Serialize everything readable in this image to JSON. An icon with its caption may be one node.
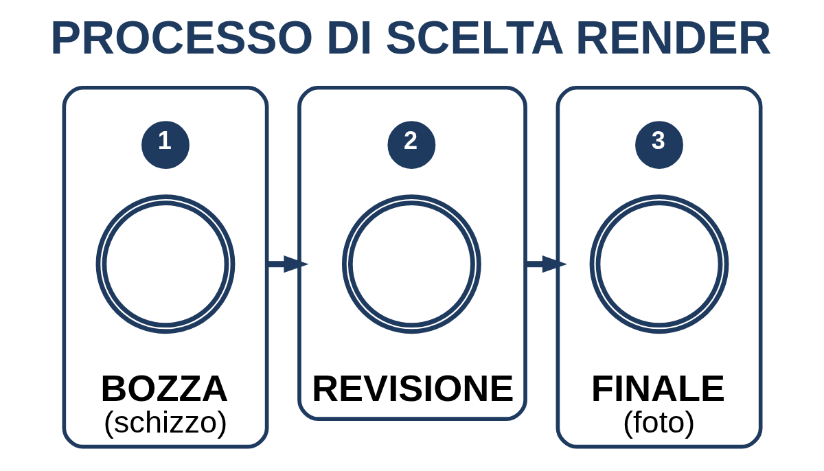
{
  "diagram": {
    "title": "PROCESSO DI SCELTA RENDER",
    "nodes": [
      {
        "text": [
          "BOZZA",
          "(schizzo)"
        ]
      },
      {
        "text": [
          "1"
        ],
        "in": 0
      },
      {
        "text": [],
        "shape": "picture",
        "in": 0
      },
      {
        "text": [
          "REVISIONE"
        ]
      },
      {
        "text": [
          "2"
        ],
        "in": 3
      },
      {
        "text": [],
        "shape": "picture",
        "in": 3
      },
      {
        "text": [
          "FINALE",
          "(foto)"
        ]
      },
      {
        "text": [
          "3"
        ],
        "in": 6
      },
      {
        "text": [],
        "shape": "picture",
        "in": 6
      }
    ],
    "edges": [
      {
        "from": 0,
        "to": 3,
        "arrow": "to"
      },
      {
        "from": 3,
        "to": 6,
        "arrow": "to"
      }
    ]
  }
}
